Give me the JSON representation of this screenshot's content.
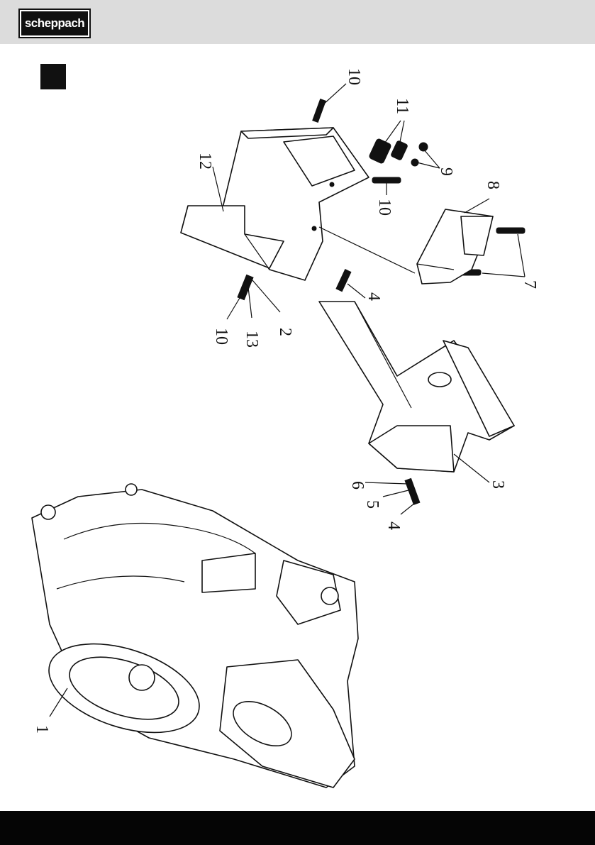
{
  "header": {
    "logo_text": "scheppach"
  },
  "callouts": [
    "10",
    "11",
    "12",
    "9",
    "10",
    "8",
    "7",
    "4",
    "10",
    "13",
    "2",
    "3",
    "6",
    "5",
    "4",
    "1"
  ]
}
